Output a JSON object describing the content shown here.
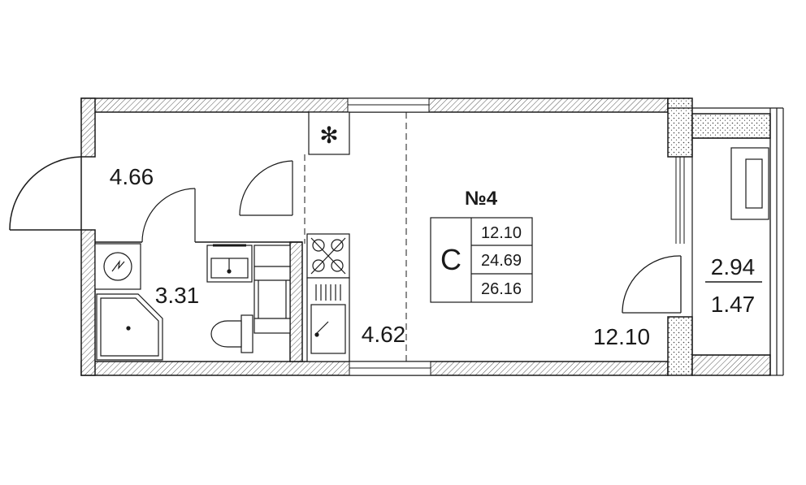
{
  "apartment": {
    "number": "№4",
    "type_code": "С",
    "areas": [
      "12.10",
      "24.69",
      "26.16"
    ]
  },
  "rooms": {
    "hall": "4.66",
    "bathroom": "3.31",
    "kitchen": "4.62",
    "living": "12.10",
    "balcony_full": "2.94",
    "balcony_reduced": "1.47"
  },
  "colors": {
    "ink": "#1a1a1a",
    "hatch": "#555555",
    "fill": "#ffffff"
  }
}
